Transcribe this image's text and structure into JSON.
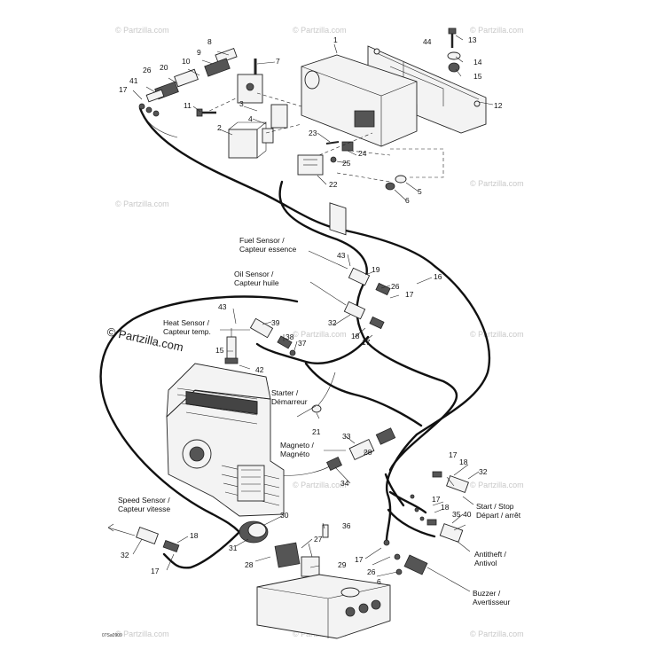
{
  "watermark": "© Partzilla.com",
  "diagram_code": "07Sa0909",
  "labels": {
    "fuel_sensor": [
      "Fuel Sensor /",
      "Capteur essence"
    ],
    "oil_sensor": [
      "Oil Sensor /",
      "Capteur huile"
    ],
    "heat_sensor": [
      "Heat Sensor /",
      "Capteur temp."
    ],
    "starter": [
      "Starter /",
      "Démarreur"
    ],
    "magneto": [
      "Magneto /",
      "Magnéto"
    ],
    "speed_sensor": [
      "Speed Sensor /",
      "Capteur vitesse"
    ],
    "start_stop": [
      "Start / Stop",
      "Départ / arrêt"
    ],
    "antitheft": [
      "Antitheft  /",
      "Antivol"
    ],
    "buzzer": [
      "Buzzer /",
      "Avertisseur"
    ]
  },
  "callouts": [
    "1",
    "2",
    "3",
    "4",
    "5",
    "6",
    "7",
    "8",
    "9",
    "10",
    "11",
    "12",
    "13",
    "14",
    "15",
    "16",
    "17",
    "18",
    "19",
    "20",
    "21",
    "22",
    "23",
    "24",
    "25",
    "26",
    "27",
    "28",
    "29",
    "30",
    "31",
    "32",
    "33",
    "34",
    "35",
    "36",
    "37",
    "38",
    "39",
    "40",
    "41",
    "42",
    "43",
    "44"
  ]
}
